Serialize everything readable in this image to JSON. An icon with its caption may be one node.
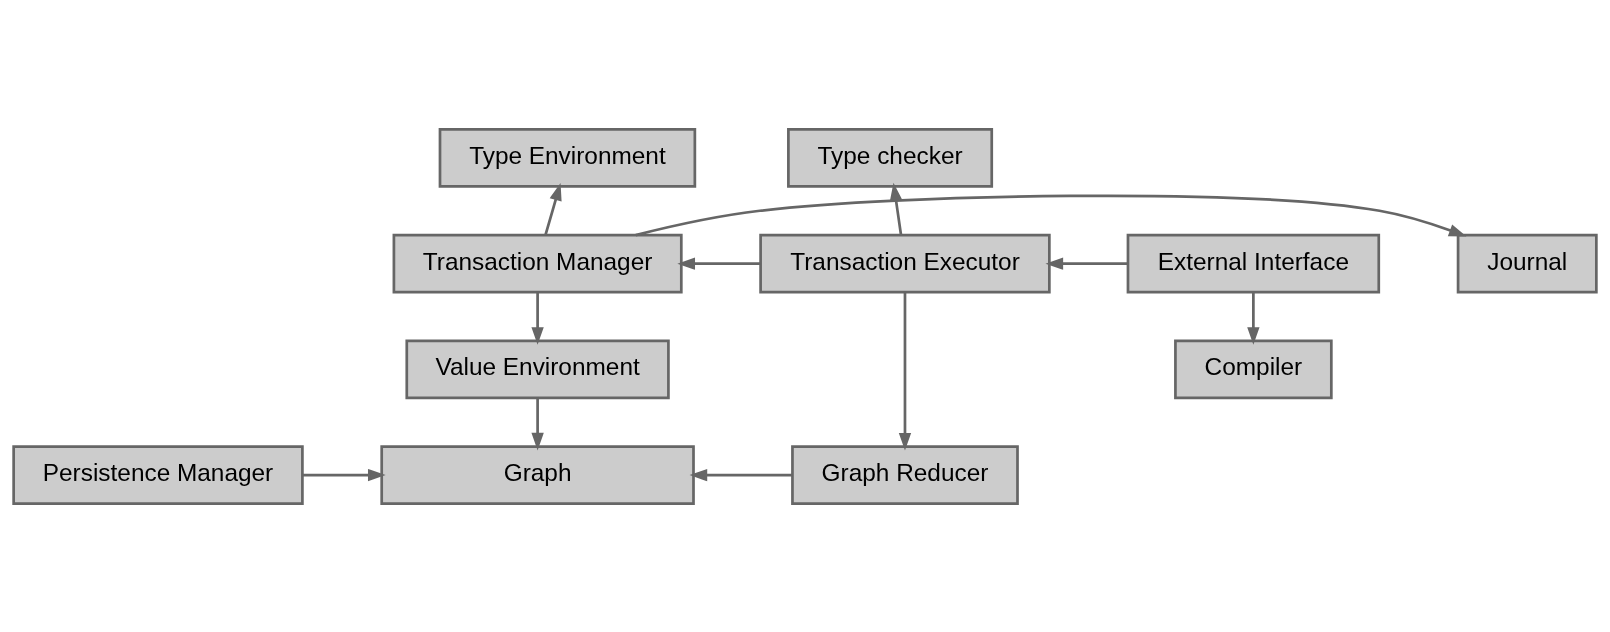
{
  "diagram": {
    "nodes": [
      {
        "text": [
          "Type Environment"
        ]
      },
      {
        "text": [
          "Type checker"
        ]
      },
      {
        "text": [
          "Journal"
        ]
      },
      {
        "text": [
          "Transaction Manager"
        ]
      },
      {
        "text": [
          "Transaction Executor"
        ]
      },
      {
        "text": [
          "External Interface"
        ]
      },
      {
        "text": [
          "Value Environment"
        ]
      },
      {
        "text": [
          "Compiler"
        ]
      },
      {
        "text": [
          "Persistence Manager"
        ]
      },
      {
        "text": [
          "Graph"
        ]
      },
      {
        "text": [
          "Graph Reducer"
        ]
      }
    ],
    "edges": [
      {
        "from": 3,
        "to": 0,
        "arrow": "to"
      },
      {
        "from": 4,
        "to": 1,
        "arrow": "to"
      },
      {
        "from": 3,
        "to": 2,
        "arrow": "to"
      },
      {
        "from": 4,
        "to": 3,
        "arrow": "to"
      },
      {
        "from": 5,
        "to": 4,
        "arrow": "to"
      },
      {
        "from": 3,
        "to": 6,
        "arrow": "to"
      },
      {
        "from": 5,
        "to": 7,
        "arrow": "to"
      },
      {
        "from": 4,
        "to": 10,
        "arrow": "to"
      },
      {
        "from": 6,
        "to": 9,
        "arrow": "to"
      },
      {
        "from": 8,
        "to": 9,
        "arrow": "to"
      },
      {
        "from": 10,
        "to": 9,
        "arrow": "to"
      }
    ]
  }
}
